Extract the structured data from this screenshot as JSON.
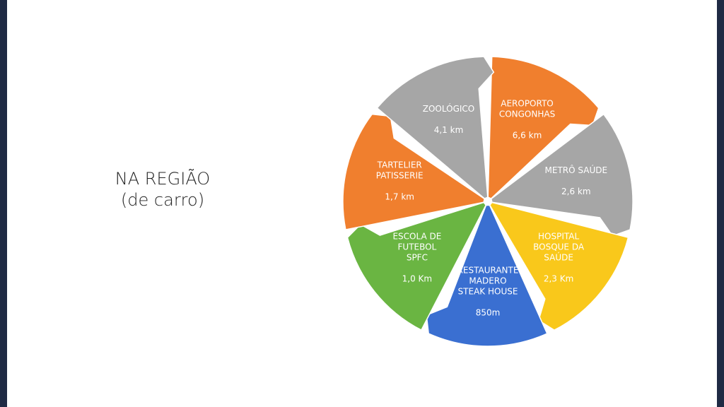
{
  "slide": {
    "title_line1": "NA REGIÃO",
    "title_line2": "(de carro)"
  },
  "colors": {
    "frame": "#1f2a44",
    "orange": "#f07f2e",
    "gray": "#a6a6a6",
    "yellow": "#f9c81b",
    "blue": "#3a6fd1",
    "green": "#6ab542"
  },
  "cycle": {
    "segments": [
      {
        "lines": [
          "AEROPORTO",
          "CONGONHAS"
        ],
        "distance": "6,6 km",
        "color": "orange"
      },
      {
        "lines": [
          "METRÔ SAÚDE"
        ],
        "distance": "2,6 km",
        "color": "gray"
      },
      {
        "lines": [
          "HOSPITAL",
          "BOSQUE DA",
          "SAÚDE"
        ],
        "distance": "2,3 Km",
        "color": "yellow"
      },
      {
        "lines": [
          "RESTAURANTE",
          "MADERO",
          "STEAK HOUSE"
        ],
        "distance": "850m",
        "color": "blue"
      },
      {
        "lines": [
          "ESCOLA DE",
          "FUTEBOL",
          "SPFC"
        ],
        "distance": "1,0 Km",
        "color": "green"
      },
      {
        "lines": [
          "TARTELIER",
          "PATISSERIE"
        ],
        "distance": "1,7 km",
        "color": "orange"
      },
      {
        "lines": [
          "ZOOLÓGICO"
        ],
        "distance": "4,1 km",
        "color": "gray"
      }
    ]
  }
}
